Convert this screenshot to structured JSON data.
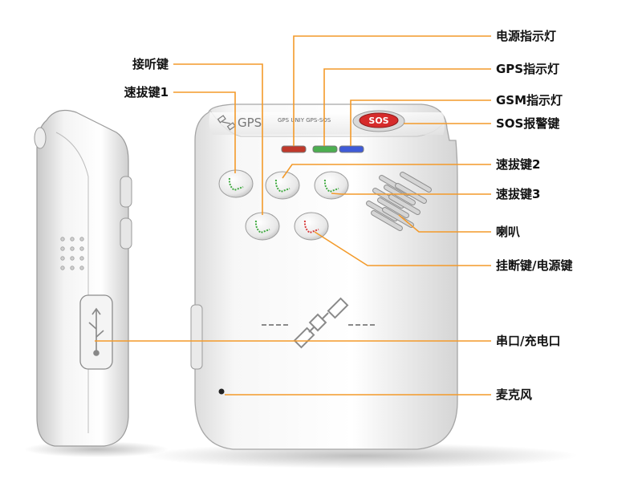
{
  "brand": {
    "logo_text": "GPS",
    "indicator_text": "GPS  UNIY  GPS-SOS",
    "sos_button_text": "SOS"
  },
  "labels": {
    "power_led": "电源指示灯",
    "gps_led": "GPS指示灯",
    "gsm_led": "GSM指示灯",
    "sos_key": "SOS报警键",
    "speed_dial_2": "速拔键2",
    "speed_dial_3": "速拔键3",
    "speaker": "喇叭",
    "hangup_power": "挂断键/电源键",
    "serial_charge": "串口/充电口",
    "microphone": "麦克风",
    "answer_key": "接听键",
    "speed_dial_1": "速拔键1"
  },
  "colors": {
    "leader": "#f39a2a",
    "power_led": "#c0392b",
    "gps_led": "#4caf50",
    "gsm_led": "#3f5bd8",
    "sos_button": "#d62b2b",
    "green_icon": "#3faa3f",
    "red_icon": "#d83a3a"
  }
}
